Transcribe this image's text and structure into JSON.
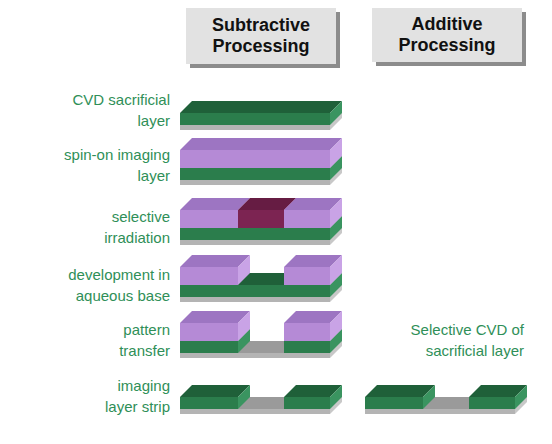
{
  "diagram": {
    "nodes": [
      {
        "text": [
          "Subtractive Processing"
        ]
      },
      {
        "text": [
          "Additive Processing"
        ]
      }
    ],
    "labels": [
      "CVD sacrificial layer",
      "spin-on imaging layer",
      "selective irradiation",
      "development in aqueous base",
      "pattern transfer",
      "imaging layer strip",
      "Selective CVD of sacrificial layer"
    ]
  }
}
